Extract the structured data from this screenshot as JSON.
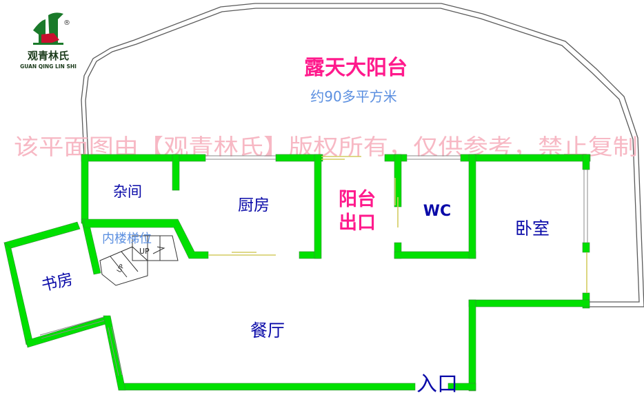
{
  "brand": {
    "name": "观青林氏",
    "name_en": "GUAN QING LIN SHI",
    "registered_mark": "®"
  },
  "watermark": "该平面图由【观青林氏】版权所有，仅供参考，禁止复制",
  "terrace": {
    "title": "露天大阳台",
    "area_note": "约90多平方米"
  },
  "rooms": {
    "storage": "杂间",
    "kitchen": "厨房",
    "balcony_exit_line1": "阳台",
    "balcony_exit_line2": "出口",
    "wc": "WC",
    "bedroom": "卧室",
    "stair": "内楼梯位",
    "study": "书房",
    "dining": "餐厅",
    "entrance": "入口"
  },
  "stairs": {
    "up_label": "UP",
    "up_label_lower": "UP"
  },
  "colors": {
    "wall": "#00e000",
    "outline": "#5a5a5a",
    "terrace_title": "#ff1a8c",
    "area_note": "#5b8fe0",
    "room_label": "#0a0aa8",
    "watermark": "#f7b8c4",
    "window": "#8a8a8a",
    "door": "#d4cc60"
  }
}
